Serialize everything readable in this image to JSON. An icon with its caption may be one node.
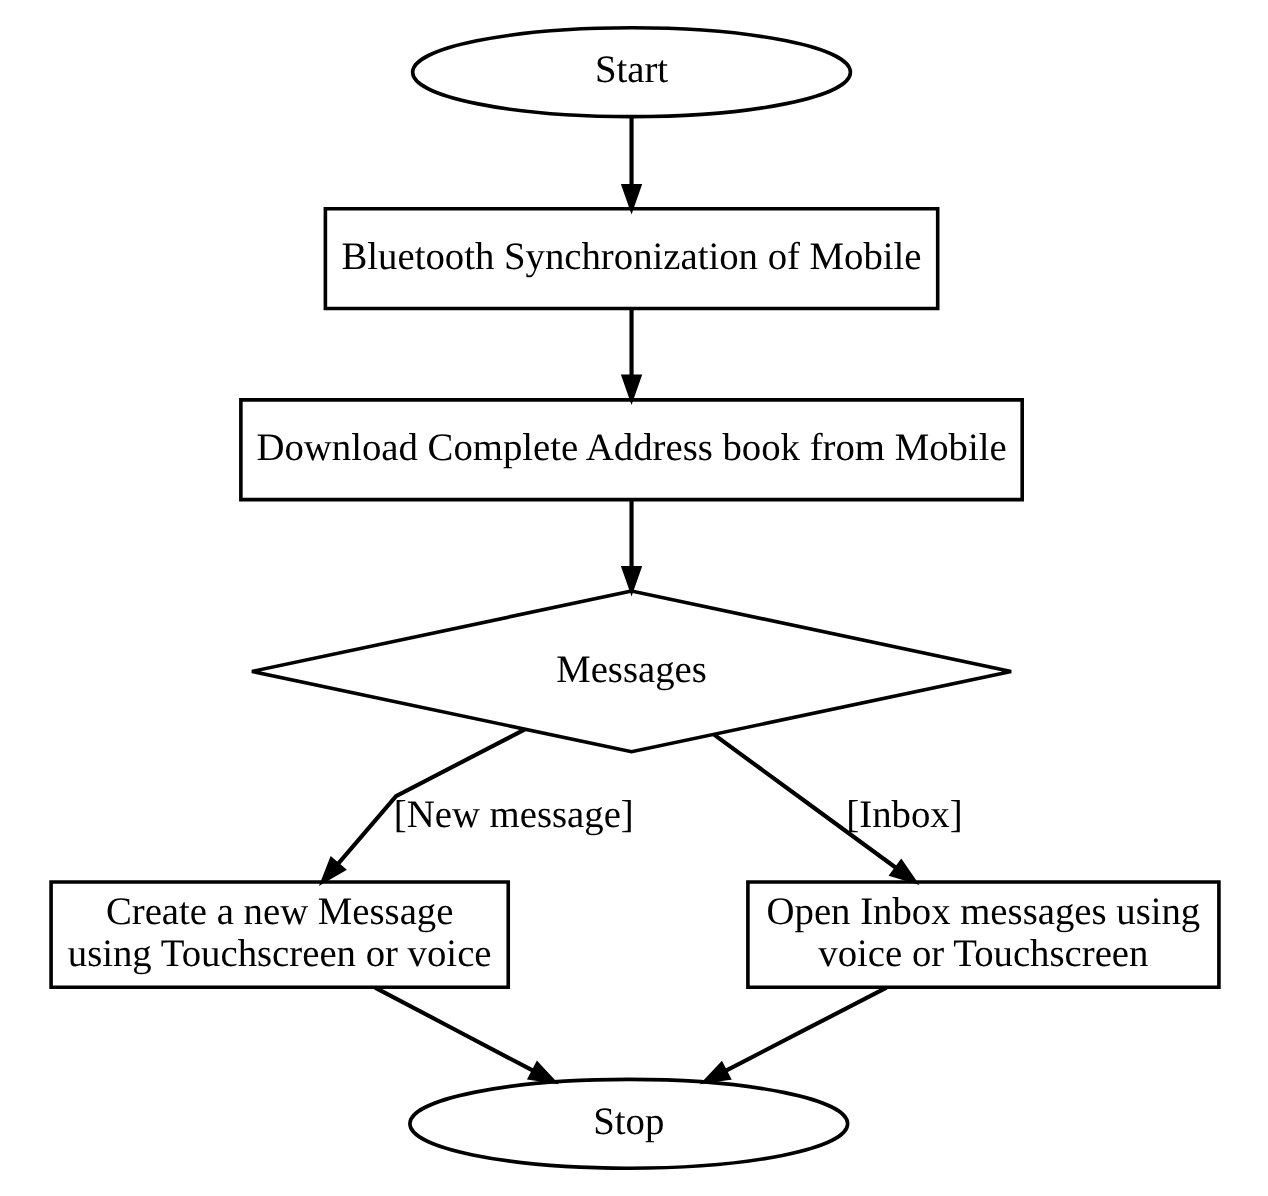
{
  "diagram": {
    "nodes": [
      {
        "text": [
          "Start"
        ]
      },
      {
        "text": [
          "Bluetooth Synchronization of Mobile"
        ]
      },
      {
        "text": [
          "Download Complete Address book from Mobile"
        ]
      },
      {
        "text": [
          "Messages"
        ]
      },
      {
        "text": [
          "Create a new Message using Touchscreen or voice"
        ]
      },
      {
        "text": [
          "Open Inbox messages using voice or Touchscreen"
        ]
      },
      {
        "text": [
          "Stop"
        ]
      }
    ],
    "edges": [
      {
        "from": 0,
        "to": 1,
        "arrow": "to"
      },
      {
        "from": 1,
        "to": 2,
        "arrow": "to"
      },
      {
        "from": 2,
        "to": 3,
        "arrow": "to"
      },
      {
        "from": 3,
        "to": 4,
        "arrow": "to",
        "label": "[New message]"
      },
      {
        "from": 3,
        "to": 5,
        "arrow": "to",
        "label": "[Inbox]"
      },
      {
        "from": 4,
        "to": 6,
        "arrow": "to"
      },
      {
        "from": 5,
        "to": 6,
        "arrow": "to"
      }
    ]
  }
}
